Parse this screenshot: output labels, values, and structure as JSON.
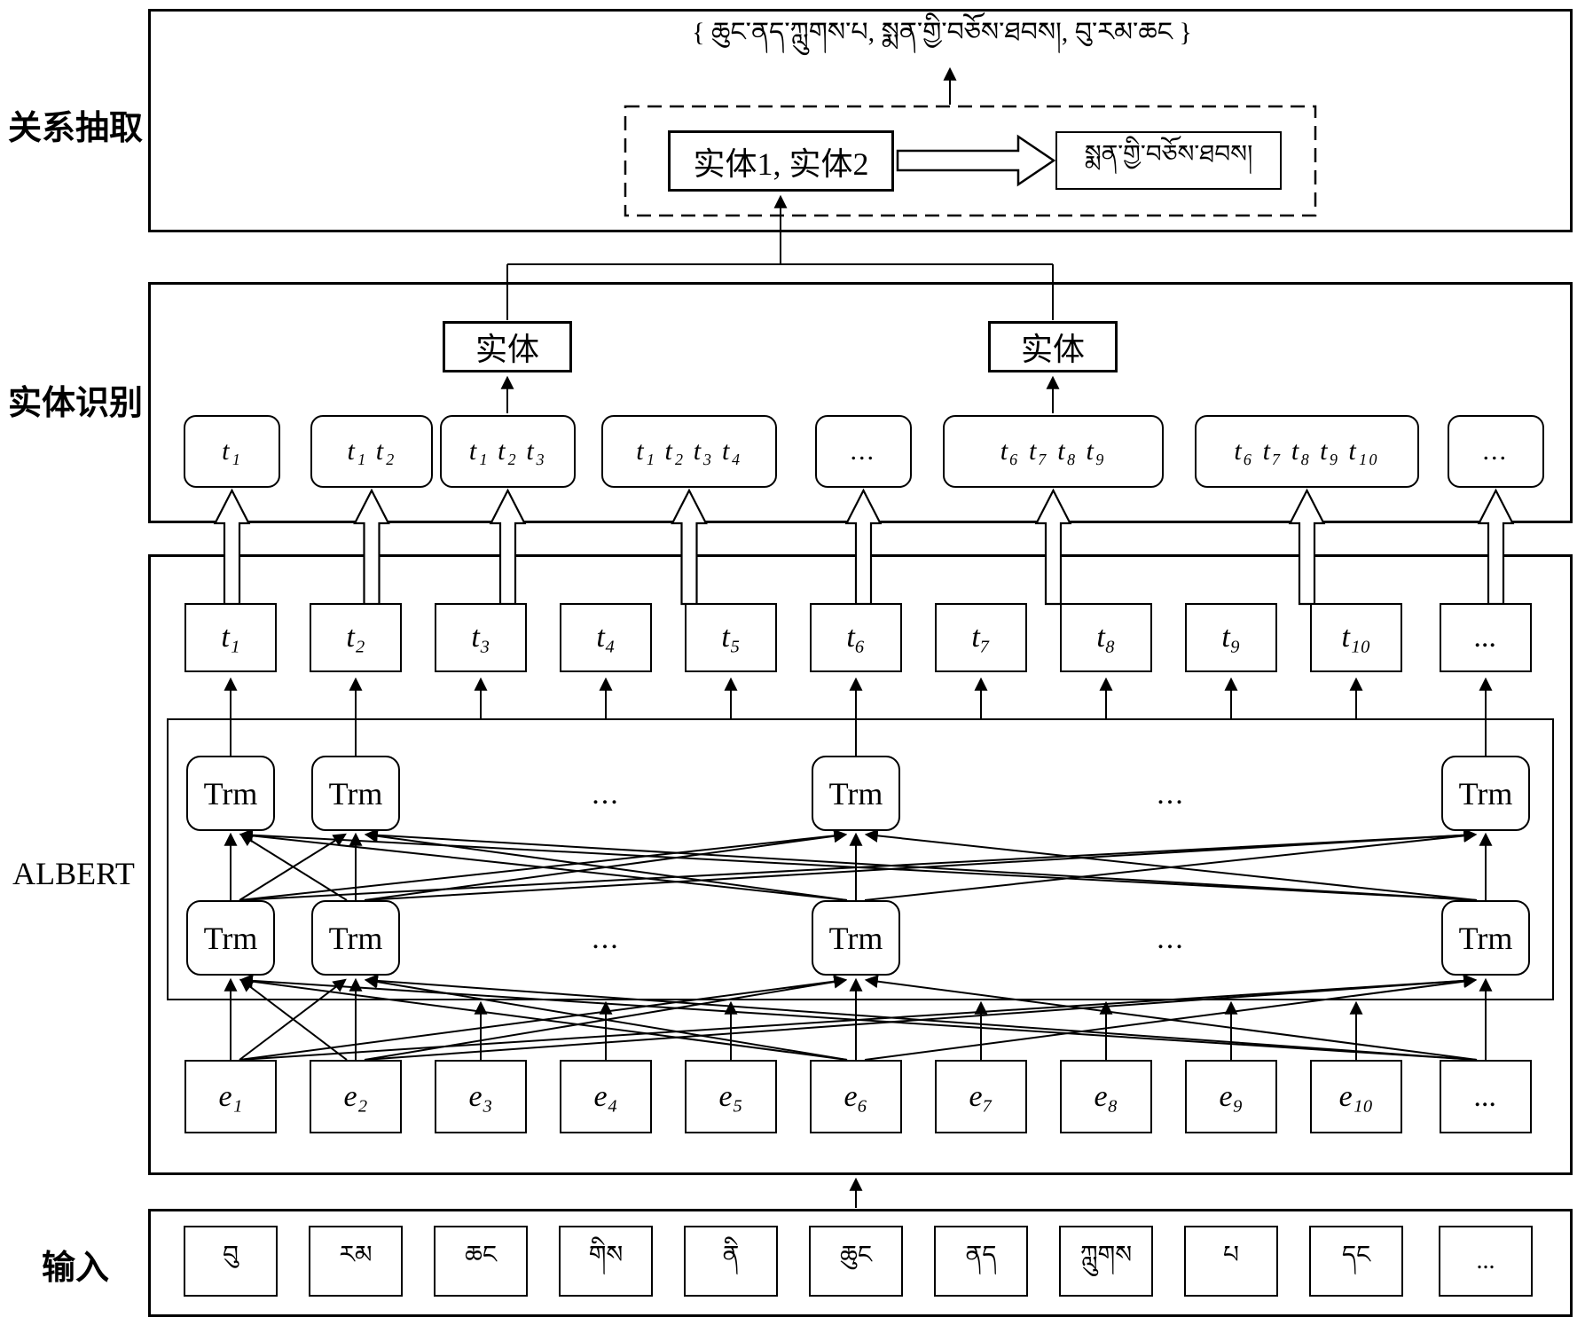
{
  "colors": {
    "line": "#000000",
    "background": "#ffffff"
  },
  "sections": {
    "relation_extraction": {
      "label": "关系抽取",
      "result_set": "{ ཆུང་ནད་ཀླུགས་པ, སྨན་གྱི་བཅོས་ཐབས།, བུ་རམ་ཆང }",
      "entity_pair": "实体1, 实体2",
      "relation": "སྨན་གྱི་བཅོས་ཐབས།"
    },
    "entity_recognition": {
      "label": "实体识别",
      "entity_label": "实体",
      "spans": [
        "t₁",
        "t₁ t₂",
        "t₁ t₂ t₃",
        "t₁ t₂ t₃ t₄",
        "...",
        "t₆ t₇ t₈ t₉",
        "t₆ t₇ t₈ t₉ t₁₀",
        "..."
      ]
    },
    "albert": {
      "label": "ALBERT",
      "trm_label": "Trm",
      "ellipsis": "...",
      "t_tokens": [
        "t₁",
        "t₂",
        "t₃",
        "t₄",
        "t₅",
        "t₆",
        "t₇",
        "t₈",
        "t₉",
        "t₁₀",
        "..."
      ],
      "e_tokens": [
        "e₁",
        "e₂",
        "e₃",
        "e₄",
        "e₅",
        "e₆",
        "e₇",
        "e₈",
        "e₉",
        "e₁₀",
        "..."
      ]
    },
    "input": {
      "label": "输入",
      "tokens": [
        "བུ",
        "རམ",
        "ཆང",
        "གིས",
        "ནི",
        "ཆུང",
        "ནད",
        "ཀླུགས",
        "པ",
        "དང",
        "..."
      ]
    }
  }
}
